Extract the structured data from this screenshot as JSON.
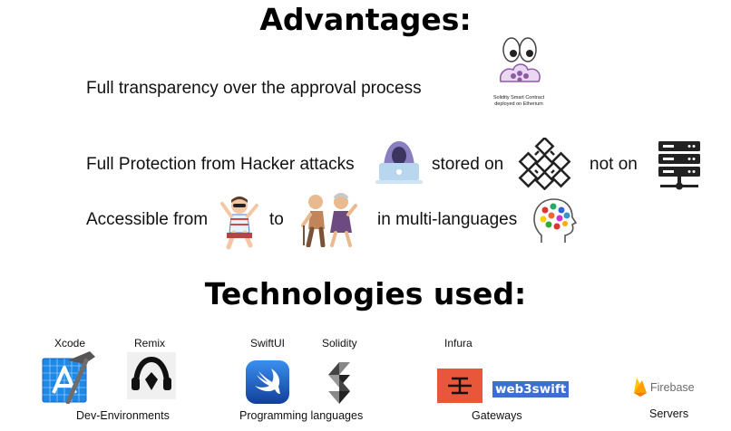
{
  "advantages": {
    "title": "Advantages:",
    "transparency_text": "Full transparency over the approval process",
    "contract_caption": "Solidity Smart Contract deployed on Etherium",
    "protection_text": "Full Protection from Hacker attacks",
    "stored_on": "stored on",
    "not_on": "not on",
    "accessible_from": "Accessible from",
    "to": "to",
    "multilang": "in  multi-languages"
  },
  "technologies": {
    "title": "Technologies used:",
    "groups": [
      {
        "category": "Dev-Environments",
        "tools": [
          "Xcode",
          "Remix"
        ]
      },
      {
        "category": "Programming languages",
        "tools": [
          "SwiftUI",
          "Solidity"
        ]
      },
      {
        "category": "Gateways",
        "tools": [
          "Infura"
        ],
        "logo_text": "web3swift"
      },
      {
        "category": "Servers",
        "tools": [],
        "logo_text": "Firebase"
      }
    ]
  },
  "colors": {
    "xcode": "#1e88e5",
    "swift": "#1c6fd6",
    "infura": "#e8573a",
    "web3swift": "#3d6fd1",
    "firebase": "#ffa000",
    "hacker": "#8a7fc0"
  }
}
